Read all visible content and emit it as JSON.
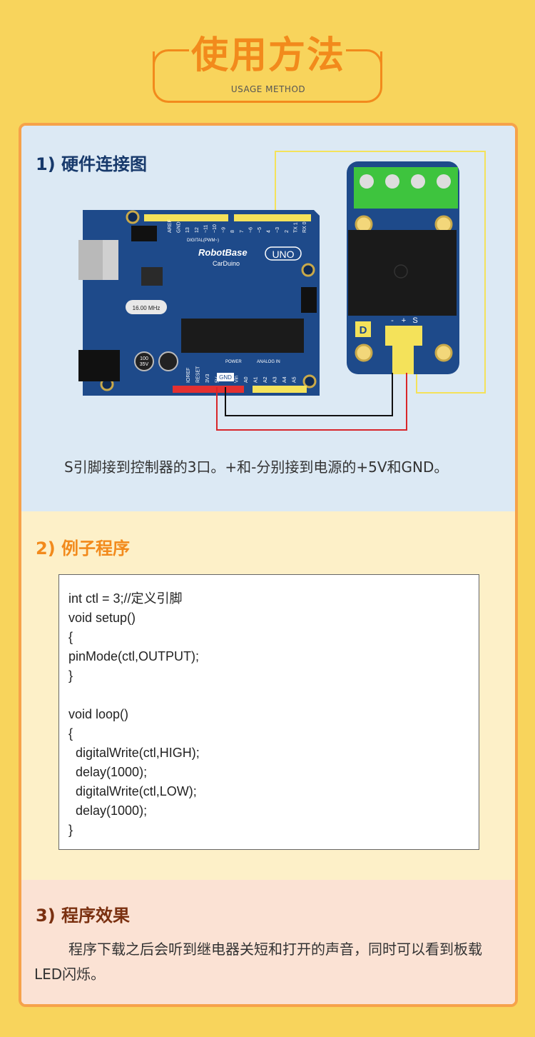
{
  "header": {
    "title": "使用方法",
    "subtitle": "USAGE METHOD"
  },
  "section1": {
    "heading": "1) 硬件连接图",
    "arduino": {
      "brand": "RobotBase",
      "model": "UNO",
      "name": "CarDuino",
      "crystal": "16.00 MHz",
      "digital_label": "DIGITAL(PWM~)",
      "top_pins": [
        "AREF",
        "GND",
        "13",
        "12",
        "~11",
        "~10",
        "~9",
        "8",
        "7",
        "~6",
        "~5",
        "4",
        "~3",
        "2",
        "TX 1",
        "RX 0"
      ],
      "bottom_pins": [
        "IOREF",
        "RESET",
        "3V3",
        "5V",
        "GND",
        "Vin",
        "A0",
        "A1",
        "A2",
        "A3",
        "A4",
        "A5"
      ],
      "power_label": "POWER",
      "analog_label": "ANALOG IN",
      "cap_labels": [
        "100",
        "35V"
      ]
    },
    "relay": {
      "pins": [
        "-",
        "+",
        "S"
      ],
      "logo": "D"
    },
    "wire_colors": {
      "signal": "#f4e25a",
      "ground": "#111111",
      "power": "#d8262a"
    },
    "description": "S引脚接到控制器的3口。+和-分别接到电源的+5V和GND。"
  },
  "section2": {
    "heading": "2) 例子程序",
    "code_lines": [
      "int ctl = 3;//定义引脚",
      "void setup()",
      "{",
      "pinMode(ctl,OUTPUT);",
      "}",
      "",
      "void loop()",
      "{",
      "  digitalWrite(ctl,HIGH);",
      "  delay(1000);",
      "  digitalWrite(ctl,LOW);",
      "  delay(1000);",
      "}"
    ]
  },
  "section3": {
    "heading": "3) 程序效果",
    "body": "程序下载之后会听到继电器关短和打开的声音，同时可以看到板载LED闪烁。"
  }
}
